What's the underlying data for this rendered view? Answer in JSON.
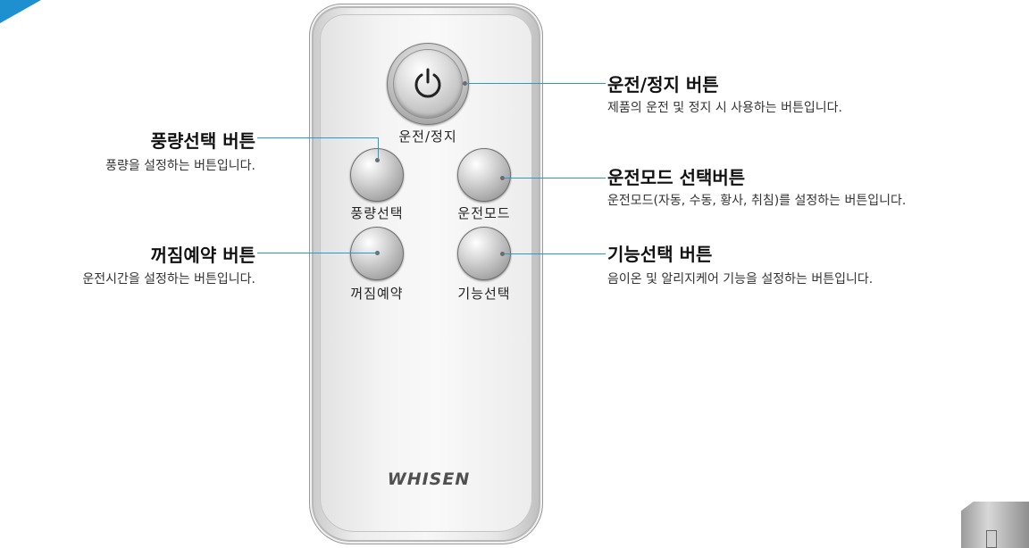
{
  "remote": {
    "power_label": "운전/정지",
    "buttons": {
      "wind": "풍량선택",
      "mode": "운전모드",
      "timer": "꺼짐예약",
      "function": "기능선택"
    },
    "logo": "WHISEN"
  },
  "callouts": {
    "power": {
      "title": "운전/정지 버튼",
      "desc": "제품의 운전 및 정지 시 사용하는 버튼입니다."
    },
    "wind": {
      "title": "풍량선택 버튼",
      "desc": "풍량을 설정하는 버튼입니다."
    },
    "mode": {
      "title": "운전모드 선택버튼",
      "desc": "운전모드(자동, 수동, 황사, 취침)를 설정하는 버튼입니다."
    },
    "timer": {
      "title": "꺼짐예약 버튼",
      "desc": "운전시간을 설정하는 버튼입니다."
    },
    "function": {
      "title": "기능선택 버튼",
      "desc": "음이온 및 알리지케어 기능을 설정하는 버튼입니다."
    }
  },
  "colors": {
    "accent": "#1e8fcf",
    "callout_line": "#2d97cf"
  }
}
